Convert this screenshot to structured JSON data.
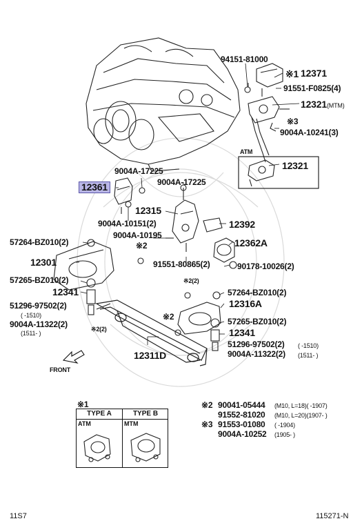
{
  "labels": {
    "p94151": "94151-81000",
    "p12371": "12371",
    "star1a": "※1",
    "p91551f": "91551-F0825(4)",
    "p12321mtm": "12321",
    "mtm_tag": "(MTM)",
    "star3a": "※3",
    "p9004a10241": "9004A-10241(3)",
    "atm_tag": "ATM",
    "p12321atm": "12321",
    "p9004a17225a": "9004A-17225",
    "p9004a17225b": "9004A-17225",
    "p12361": "12361",
    "p12315": "12315",
    "p9004a10151": "9004A-10151(2)",
    "p12392": "12392",
    "p9004a10195": "9004A-10195",
    "p57264a": "57264-BZ010(2)",
    "star2a": "※2",
    "p12362a": "12362A",
    "p91551b": "91551-80865(2)",
    "p12301": "12301",
    "p90178": "90178-10026(2)",
    "p57265a": "57265-BZ010(2)",
    "star2b": "※2(2)",
    "p12341a": "12341",
    "p57264b": "57264-BZ010(2)",
    "p51296a": "51296-97502(2)",
    "p51296a_range": "(      -1510)",
    "p12316a": "12316A",
    "p9004a11322a": "9004A-11322(2)",
    "p9004a11322a_range": "(1511-      )",
    "star2c": "※2",
    "p57265b": "57265-BZ010(2)",
    "star2d": "※2(2)",
    "p12341b": "12341",
    "p51296b": "51296-97502(2)",
    "p51296b_range": "(     -1510)",
    "p9004a11322b": "9004A-11322(2)",
    "p9004a11322b_range": "(1511-      )",
    "p12311d": "12311D",
    "front": "FRONT"
  },
  "type_table": {
    "marker": "※1",
    "type_a": "TYPE A",
    "type_b": "TYPE B",
    "atm": "ATM",
    "mtm": "MTM"
  },
  "notes": [
    {
      "mark": "※2",
      "part": "90041-05444",
      "spec": "(M10, L=18)(       -1907)"
    },
    {
      "mark": "",
      "part": "91552-81020",
      "spec": "(M10, L=20)(1907-      )"
    },
    {
      "mark": "※3",
      "part": "91553-01080",
      "spec": "(       -1904)"
    },
    {
      "mark": "",
      "part": "9004A-10252",
      "spec": "(1905-      )"
    }
  ],
  "footer": {
    "left": "11S7",
    "right": "115271-N"
  }
}
